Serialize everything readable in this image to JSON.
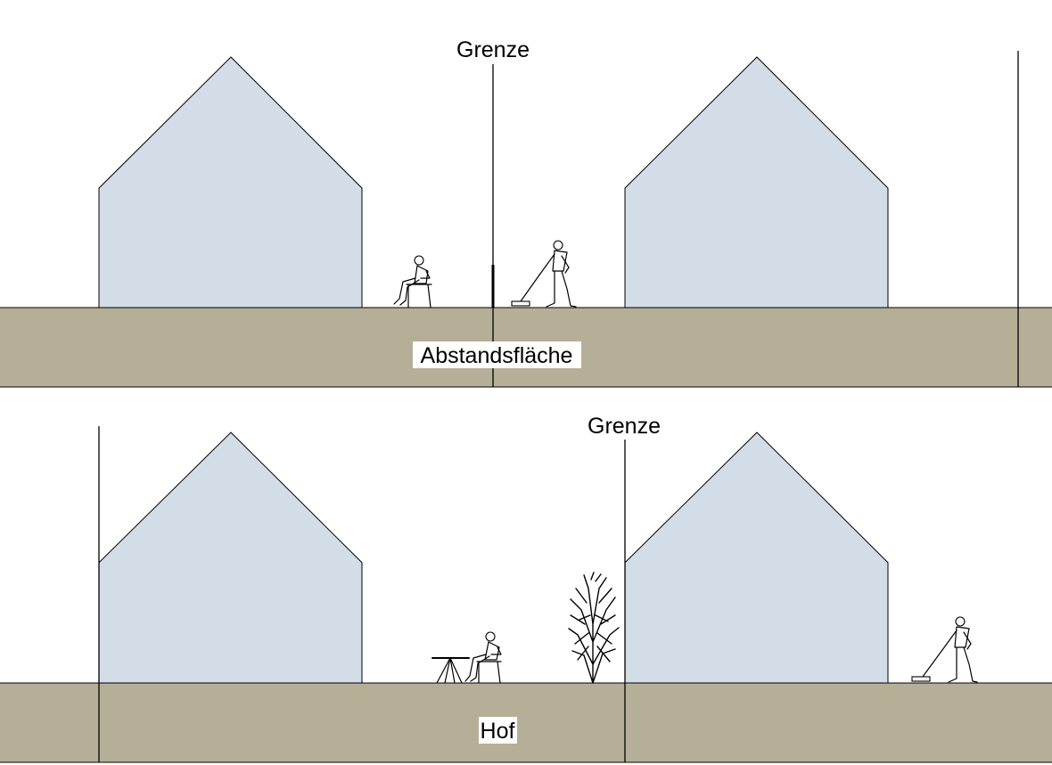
{
  "top_panel": {
    "boundary_label": "Grenze",
    "ground_label": "Abstandsfläche"
  },
  "bottom_panel": {
    "boundary_label": "Grenze",
    "ground_label": "Hof"
  },
  "colors": {
    "ground": "#b6af98",
    "house": "#d3dde8",
    "line": "#000000"
  }
}
